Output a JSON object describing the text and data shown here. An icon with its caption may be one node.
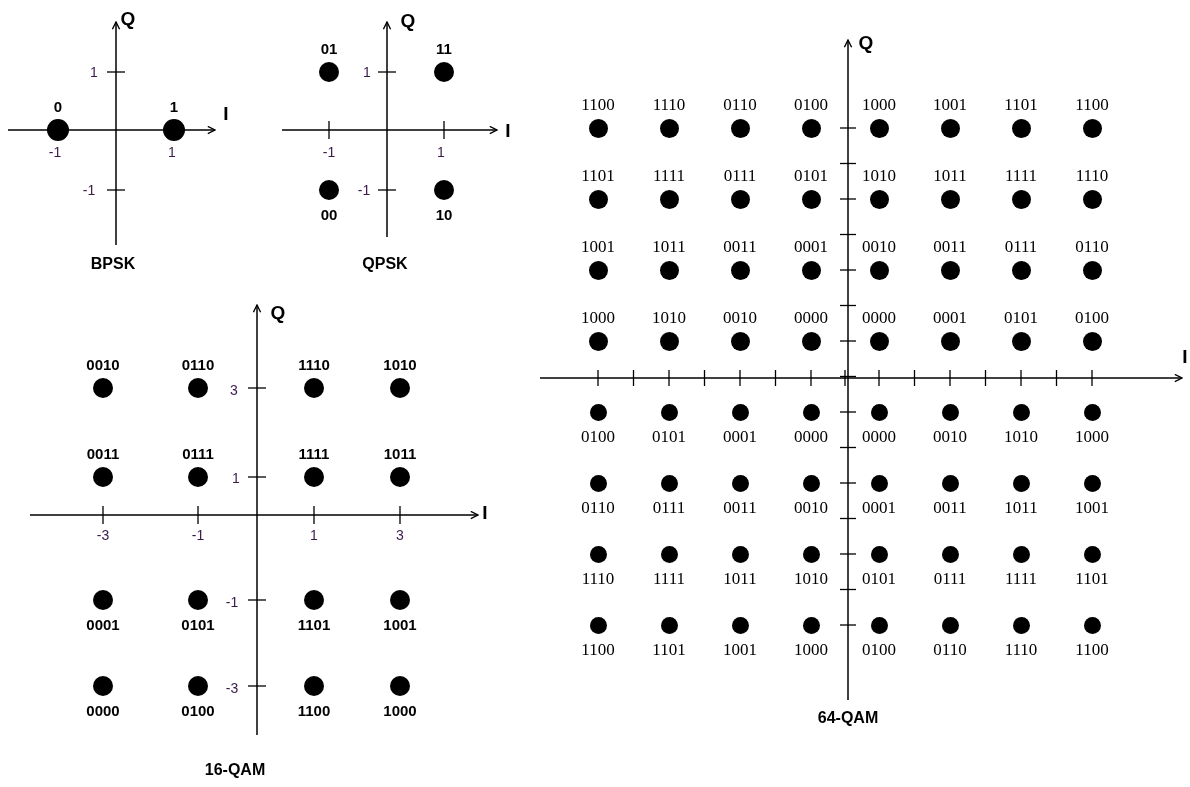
{
  "diagram": {
    "nodes": [
      {
        "text": [],
        "shape": "circle",
        "beside": [
          "0"
        ]
      },
      {
        "text": [],
        "shape": "circle",
        "beside": [
          "1"
        ]
      },
      {
        "text": [],
        "shape": "circle",
        "beside": [
          "01"
        ]
      },
      {
        "text": [],
        "shape": "circle",
        "beside": [
          "11"
        ]
      },
      {
        "text": [],
        "shape": "circle",
        "beside": [
          "00"
        ]
      },
      {
        "text": [],
        "shape": "circle",
        "beside": [
          "10"
        ]
      },
      {
        "text": [],
        "shape": "circle",
        "beside": [
          "0010"
        ]
      },
      {
        "text": [],
        "shape": "circle",
        "beside": [
          "0110"
        ]
      },
      {
        "text": [],
        "shape": "circle",
        "beside": [
          "1110"
        ]
      },
      {
        "text": [],
        "shape": "circle",
        "beside": [
          "1010"
        ]
      },
      {
        "text": [],
        "shape": "circle",
        "beside": [
          "0011"
        ]
      },
      {
        "text": [],
        "shape": "circle",
        "beside": [
          "0111"
        ]
      },
      {
        "text": [],
        "shape": "circle",
        "beside": [
          "1111"
        ]
      },
      {
        "text": [],
        "shape": "circle",
        "beside": [
          "1011"
        ]
      },
      {
        "text": [],
        "shape": "circle",
        "beside": [
          "0001"
        ]
      },
      {
        "text": [],
        "shape": "circle",
        "beside": [
          "0101"
        ]
      },
      {
        "text": [],
        "shape": "circle",
        "beside": [
          "1101"
        ]
      },
      {
        "text": [],
        "shape": "circle",
        "beside": [
          "1001"
        ]
      },
      {
        "text": [],
        "shape": "circle",
        "beside": [
          "0000"
        ]
      },
      {
        "text": [],
        "shape": "circle",
        "beside": [
          "0100"
        ]
      },
      {
        "text": [],
        "shape": "circle",
        "beside": [
          "1100"
        ]
      },
      {
        "text": [],
        "shape": "circle",
        "beside": [
          "1000"
        ]
      },
      {
        "text": [],
        "shape": "circle",
        "beside": [
          "1100"
        ]
      },
      {
        "text": [],
        "shape": "circle",
        "beside": [
          "1110"
        ]
      },
      {
        "text": [],
        "shape": "circle",
        "beside": [
          "0110"
        ]
      },
      {
        "text": [],
        "shape": "circle",
        "beside": [
          "0100"
        ]
      },
      {
        "text": [],
        "shape": "circle",
        "beside": [
          "1000"
        ]
      },
      {
        "text": [],
        "shape": "circle",
        "beside": [
          "1001"
        ]
      },
      {
        "text": [],
        "shape": "circle",
        "beside": [
          "1101"
        ]
      },
      {
        "text": [],
        "shape": "circle",
        "beside": [
          "1100"
        ]
      },
      {
        "text": [],
        "shape": "circle",
        "beside": [
          "1101"
        ]
      },
      {
        "text": [],
        "shape": "circle",
        "beside": [
          "1111"
        ]
      },
      {
        "text": [],
        "shape": "circle",
        "beside": [
          "0111"
        ]
      },
      {
        "text": [],
        "shape": "circle",
        "beside": [
          "0101"
        ]
      },
      {
        "text": [],
        "shape": "circle",
        "beside": [
          "1010"
        ]
      },
      {
        "text": [],
        "shape": "circle",
        "beside": [
          "1011"
        ]
      },
      {
        "text": [],
        "shape": "circle",
        "beside": [
          "1111"
        ]
      },
      {
        "text": [],
        "shape": "circle",
        "beside": [
          "1110"
        ]
      },
      {
        "text": [],
        "shape": "circle",
        "beside": [
          "1001"
        ]
      },
      {
        "text": [],
        "shape": "circle",
        "beside": [
          "1011"
        ]
      },
      {
        "text": [],
        "shape": "circle",
        "beside": [
          "0011"
        ]
      },
      {
        "text": [],
        "shape": "circle",
        "beside": [
          "0001"
        ]
      },
      {
        "text": [],
        "shape": "circle",
        "beside": [
          "0010"
        ]
      },
      {
        "text": [],
        "shape": "circle",
        "beside": [
          "0011"
        ]
      },
      {
        "text": [],
        "shape": "circle",
        "beside": [
          "0111"
        ]
      },
      {
        "text": [],
        "shape": "circle",
        "beside": [
          "0110"
        ]
      },
      {
        "text": [],
        "shape": "circle",
        "beside": [
          "1000"
        ]
      },
      {
        "text": [],
        "shape": "circle",
        "beside": [
          "1010"
        ]
      },
      {
        "text": [],
        "shape": "circle",
        "beside": [
          "0010"
        ]
      },
      {
        "text": [],
        "shape": "circle",
        "beside": [
          "0000"
        ]
      },
      {
        "text": [],
        "shape": "circle",
        "beside": [
          "0000"
        ]
      },
      {
        "text": [],
        "shape": "circle",
        "beside": [
          "0001"
        ]
      },
      {
        "text": [],
        "shape": "circle",
        "beside": [
          "0101"
        ]
      },
      {
        "text": [],
        "shape": "circle",
        "beside": [
          "0100"
        ]
      },
      {
        "text": [],
        "shape": "circle",
        "beside": [
          "0100"
        ]
      },
      {
        "text": [],
        "shape": "circle",
        "beside": [
          "0101"
        ]
      },
      {
        "text": [],
        "shape": "circle",
        "beside": [
          "0001"
        ]
      },
      {
        "text": [],
        "shape": "circle",
        "beside": [
          "0000"
        ]
      },
      {
        "text": [],
        "shape": "circle",
        "beside": [
          "0000"
        ]
      },
      {
        "text": [],
        "shape": "circle",
        "beside": [
          "0010"
        ]
      },
      {
        "text": [],
        "shape": "circle",
        "beside": [
          "1010"
        ]
      },
      {
        "text": [],
        "shape": "circle",
        "beside": [
          "1000"
        ]
      },
      {
        "text": [],
        "shape": "circle",
        "beside": [
          "0110"
        ]
      },
      {
        "text": [],
        "shape": "circle",
        "beside": [
          "0111"
        ]
      },
      {
        "text": [],
        "shape": "circle",
        "beside": [
          "0011"
        ]
      },
      {
        "text": [],
        "shape": "circle",
        "beside": [
          "0010"
        ]
      },
      {
        "text": [],
        "shape": "circle",
        "beside": [
          "0001"
        ]
      },
      {
        "text": [],
        "shape": "circle",
        "beside": [
          "0011"
        ]
      },
      {
        "text": [],
        "shape": "circle",
        "beside": [
          "1011"
        ]
      },
      {
        "text": [],
        "shape": "circle",
        "beside": [
          "1001"
        ]
      },
      {
        "text": [],
        "shape": "circle",
        "beside": [
          "1110"
        ]
      },
      {
        "text": [],
        "shape": "circle",
        "beside": [
          "1111"
        ]
      },
      {
        "text": [],
        "shape": "circle",
        "beside": [
          "1011"
        ]
      },
      {
        "text": [],
        "shape": "circle",
        "beside": [
          "1010"
        ]
      },
      {
        "text": [],
        "shape": "circle",
        "beside": [
          "0101"
        ]
      },
      {
        "text": [],
        "shape": "circle",
        "beside": [
          "0111"
        ]
      },
      {
        "text": [],
        "shape": "circle",
        "beside": [
          "1111"
        ]
      },
      {
        "text": [],
        "shape": "circle",
        "beside": [
          "1101"
        ]
      },
      {
        "text": [],
        "shape": "circle",
        "beside": [
          "1100"
        ]
      },
      {
        "text": [],
        "shape": "circle",
        "beside": [
          "1101"
        ]
      },
      {
        "text": [],
        "shape": "circle",
        "beside": [
          "1001"
        ]
      },
      {
        "text": [],
        "shape": "circle",
        "beside": [
          "1000"
        ]
      },
      {
        "text": [],
        "shape": "circle",
        "beside": [
          "0100"
        ]
      },
      {
        "text": [],
        "shape": "circle",
        "beside": [
          "0110"
        ]
      },
      {
        "text": [],
        "shape": "circle",
        "beside": [
          "1110"
        ]
      },
      {
        "text": [],
        "shape": "circle",
        "beside": [
          "1100"
        ]
      }
    ],
    "labels": [
      "Q",
      "1",
      "I",
      "-1",
      "1",
      "-1",
      "BPSK",
      "Q",
      "1",
      "I",
      "-1",
      "1",
      "-1",
      "QPSK",
      "Q",
      "3",
      "1",
      "I",
      "-3",
      "-1",
      "1",
      "3",
      "-1",
      "-3",
      "16-QAM",
      "Q",
      "I",
      "64-QAM"
    ]
  }
}
